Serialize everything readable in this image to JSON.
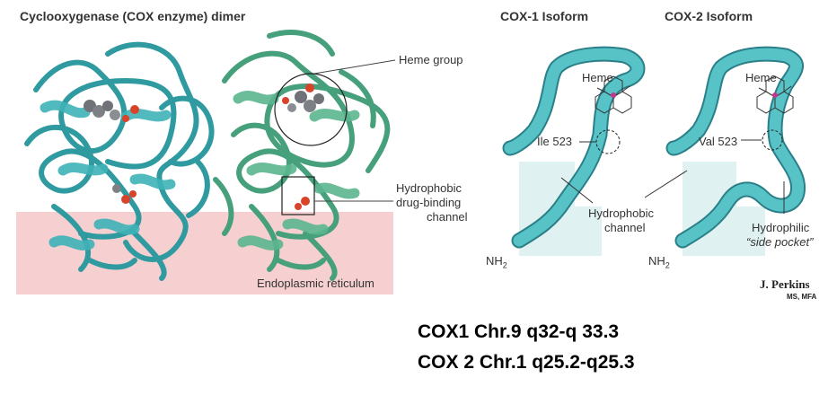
{
  "left_panel": {
    "title": "Cyclooxygenase (COX enzyme) dimer",
    "callouts": {
      "heme": "Heme group",
      "channel_line1": "Hydrophobic",
      "channel_line2": "drug-binding",
      "channel_line3": "channel"
    },
    "er_label": "Endoplasmic reticulum"
  },
  "right_panel": {
    "cox1_title": "COX-1 Isoform",
    "cox2_title": "COX-2 Isoform",
    "cox1": {
      "heme": "Heme",
      "residue": "Ile 523",
      "channel_line1": "Hydrophobic",
      "channel_line2": "channel",
      "terminus": "NH",
      "terminus_sub": "2"
    },
    "cox2": {
      "heme": "Heme",
      "residue": "Val 523",
      "pocket_line1": "Hydrophilic",
      "pocket_line2": "“side pocket”",
      "terminus": "NH",
      "terminus_sub": "2"
    },
    "credit_name": "J. Perkins",
    "credit_degree": "MS, MFA"
  },
  "gene_locations": {
    "cox1": "COX1 Chr.9 q32-q 33.3",
    "cox2": "COX 2 Chr.1 q25.2-q25.3"
  },
  "colors": {
    "er_band": "#f6d0d0",
    "cox1_protein": "#3fb3b8",
    "cox2_protein": "#5cb690",
    "tube": "#58c3c6",
    "tube_outline": "#2a7f88",
    "channel_fill": "#dff1f0",
    "heme_red": "#d9432a",
    "heme_gray": "#6f7378"
  },
  "icons": [
    "protein-ribbon-cox1",
    "protein-ribbon-cox2",
    "heme-molecule-icon"
  ]
}
